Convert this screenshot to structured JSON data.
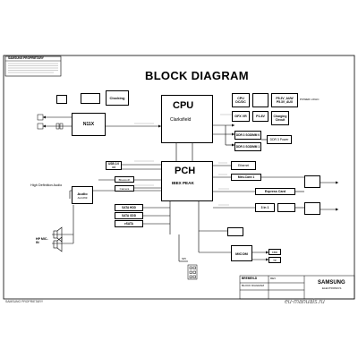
{
  "header": {
    "proprietary_title": "SAMSUNG PROPRIETARY",
    "diagram_title": "BLOCK DIAGRAM"
  },
  "blocks": {
    "cpu_name": "CPU",
    "cpu_codename": "Clarksfield",
    "pch_name": "PCH",
    "pch_codename": "IBEX PEAK",
    "n11x": "N11X",
    "clocking": "Clocking",
    "cpu_dcdc": "CPU DC/DC",
    "gfx_vr": "GFX VR",
    "p18v": "P1.8V",
    "p5v_p3v_auw": "P5.3V_AUW",
    "p5v_p3v_aux": "P5.3V_AUX",
    "charging_circuit": "Charging Circuit",
    "power_logic": "POWER LOGIC",
    "ddr3_sodimm0": "DDR 3 SODIMM 0",
    "ddr3_sodimm1": "DDR 3 SODIMM 1",
    "ddr3_power": "DDR 3 Power",
    "usb_ports": "USB 2.0 x4",
    "bluetooth": "Bluetooth",
    "camera": "Camera",
    "hd_audio": "High Definition Audio",
    "audio_codec": "Audio",
    "audio_codec_part": "ALC269",
    "sata_hdd": "SATA HDD",
    "sata_odd": "SATA ODD",
    "esata": "eSATA",
    "spi_rom": "SPI",
    "ethernet": "Ethernet",
    "minicard1": "Mini-Card 1",
    "express_card": "Express Card",
    "card_reader": "3 in 1",
    "micom": "MICOM",
    "hp_micin": "HP MIC-IN",
    "kbd": "KBD",
    "tp": "TP"
  },
  "title_block": {
    "company": "SAMSUNG",
    "division": "ELECTRONICS",
    "project": "BREMEN-D",
    "sheet_title": "BLOCK DIAGRAM",
    "revision": "REV"
  },
  "footer": {
    "left_code": "SAMSUNG PROPRIETARY",
    "watermark": "eu-manuals.ru"
  }
}
